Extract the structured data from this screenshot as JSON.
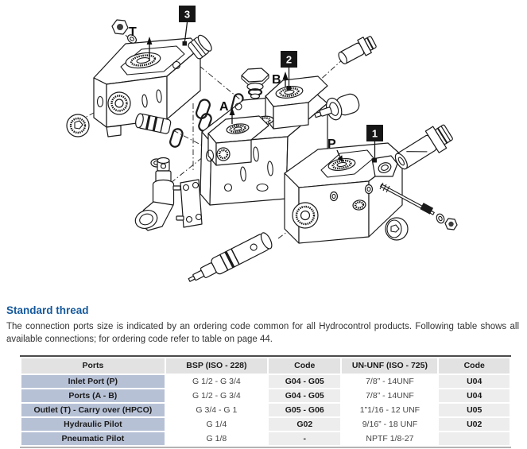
{
  "diagram": {
    "callouts": [
      {
        "label": "1"
      },
      {
        "label": "2"
      },
      {
        "label": "3"
      }
    ],
    "port_labels": [
      {
        "label": "T"
      },
      {
        "label": "A"
      },
      {
        "label": "B"
      },
      {
        "label": "P"
      }
    ]
  },
  "section": {
    "heading": "Standard thread",
    "body": "The connection ports size is indicated by an ordering code common for all Hydrocontrol products. Following table shows all available connections; for ordering code refer to table on page 44."
  },
  "table": {
    "headers": [
      "Ports",
      "BSP (ISO - 228)",
      "Code",
      "UN-UNF (ISO - 725)",
      "Code"
    ],
    "rows": [
      [
        "Inlet Port (P)",
        "G 1/2 - G 3/4",
        "G04 - G05",
        "7/8” - 14UNF",
        "U04"
      ],
      [
        "Ports (A - B)",
        "G 1/2 - G 3/4",
        "G04 - G05",
        "7/8” - 14UNF",
        "U04"
      ],
      [
        "Outlet (T) - Carry over (HPCO)",
        "G 3/4 - G 1",
        "G05 - G06",
        "1”1/16 - 12 UNF",
        "U05"
      ],
      [
        "Hydraulic Pilot",
        "G 1/4",
        "G02",
        "9/16” - 18 UNF",
        "U02"
      ],
      [
        "Pneumatic Pilot",
        "G 1/8",
        "-",
        "NPTF 1/8-27",
        ""
      ]
    ]
  },
  "colors": {
    "heading_blue": "#15599c",
    "line_art": "#1a1a1a",
    "callout_bg": "#161616",
    "table_header_bg": "#e2e2e2",
    "table_ports_col_bg": "#b7c1d6",
    "table_code_col_bg": "#ededed",
    "table_top_border": "#4b4b4b",
    "table_bottom_border": "#b3b3b3"
  }
}
